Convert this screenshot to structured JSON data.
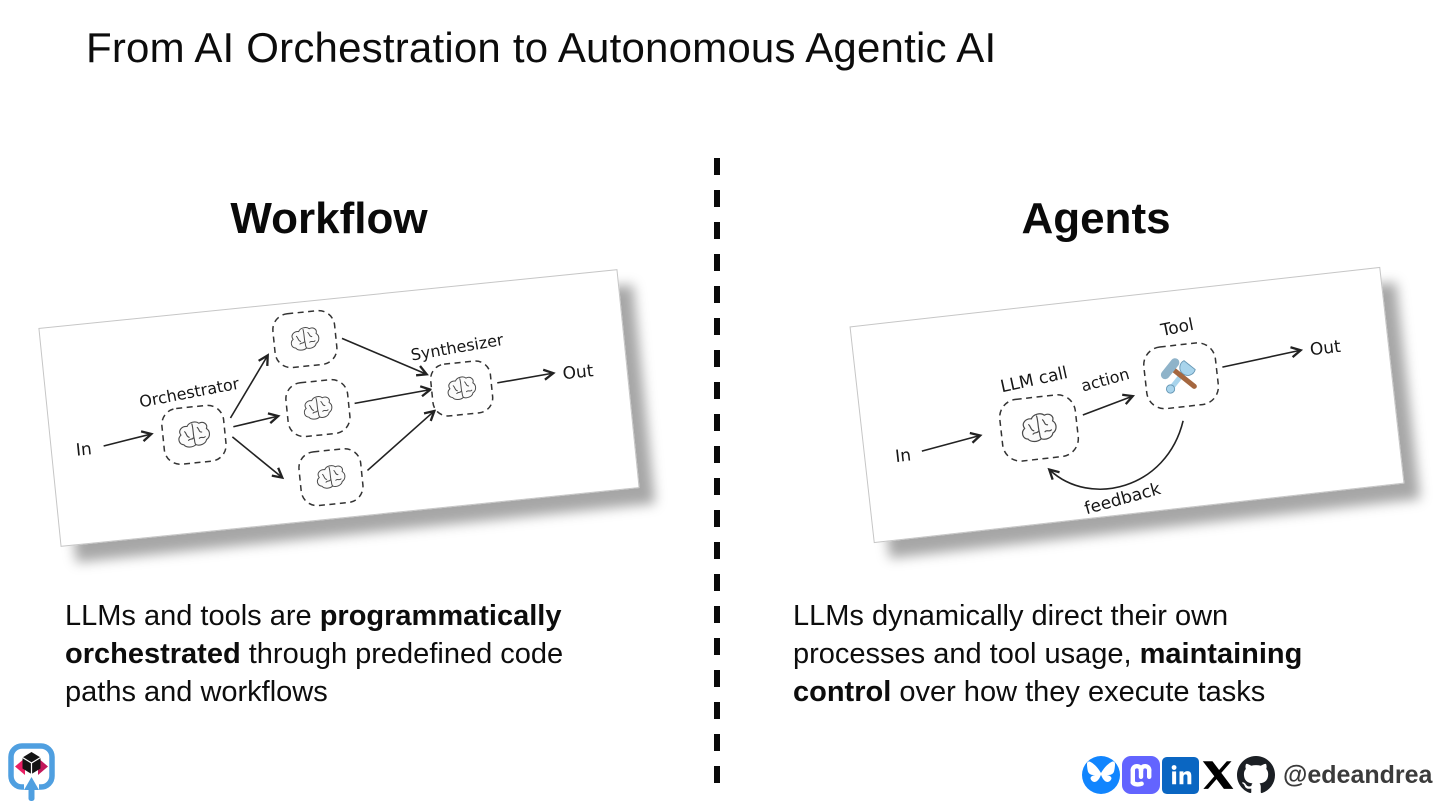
{
  "title": "From AI Orchestration to Autonomous Agentic AI",
  "left": {
    "heading": "Workflow",
    "diagram": {
      "in": "In",
      "orchestrator": "Orchestrator",
      "synthesizer": "Synthesizer",
      "out": "Out"
    },
    "description_lines": [
      [
        {
          "t": "LLMs and tools are ",
          "b": 0
        },
        {
          "t": "programmatically",
          "b": 1
        }
      ],
      [
        {
          "t": "orchestrated",
          "b": 1
        },
        {
          "t": " through predefined code",
          "b": 0
        }
      ],
      [
        {
          "t": "paths and workflows",
          "b": 0
        }
      ]
    ]
  },
  "right": {
    "heading": "Agents",
    "diagram": {
      "in": "In",
      "llm_call": "LLM call",
      "action": "action",
      "tool": "Tool",
      "out": "Out",
      "feedback": "feedback"
    },
    "description_lines": [
      [
        {
          "t": "LLMs dynamically direct their own",
          "b": 0
        }
      ],
      [
        {
          "t": "processes and tool usage, ",
          "b": 0
        },
        {
          "t": "maintaining",
          "b": 1
        }
      ],
      [
        {
          "t": "control",
          "b": 1
        },
        {
          "t": " over how they execute tasks",
          "b": 0
        }
      ]
    ]
  },
  "footer": {
    "handle": "@edeandrea",
    "icons": [
      "bluesky-icon",
      "mastodon-icon",
      "linkedin-icon",
      "x-icon",
      "github-icon"
    ],
    "colors": {
      "bluesky": "#1185fe",
      "mastodon": "#6364ff",
      "linkedin": "#0a66c2",
      "x": "#000000",
      "github": "#1b1f24",
      "logo_blue": "#4f9fe0",
      "logo_pink": "#e91e63"
    }
  }
}
